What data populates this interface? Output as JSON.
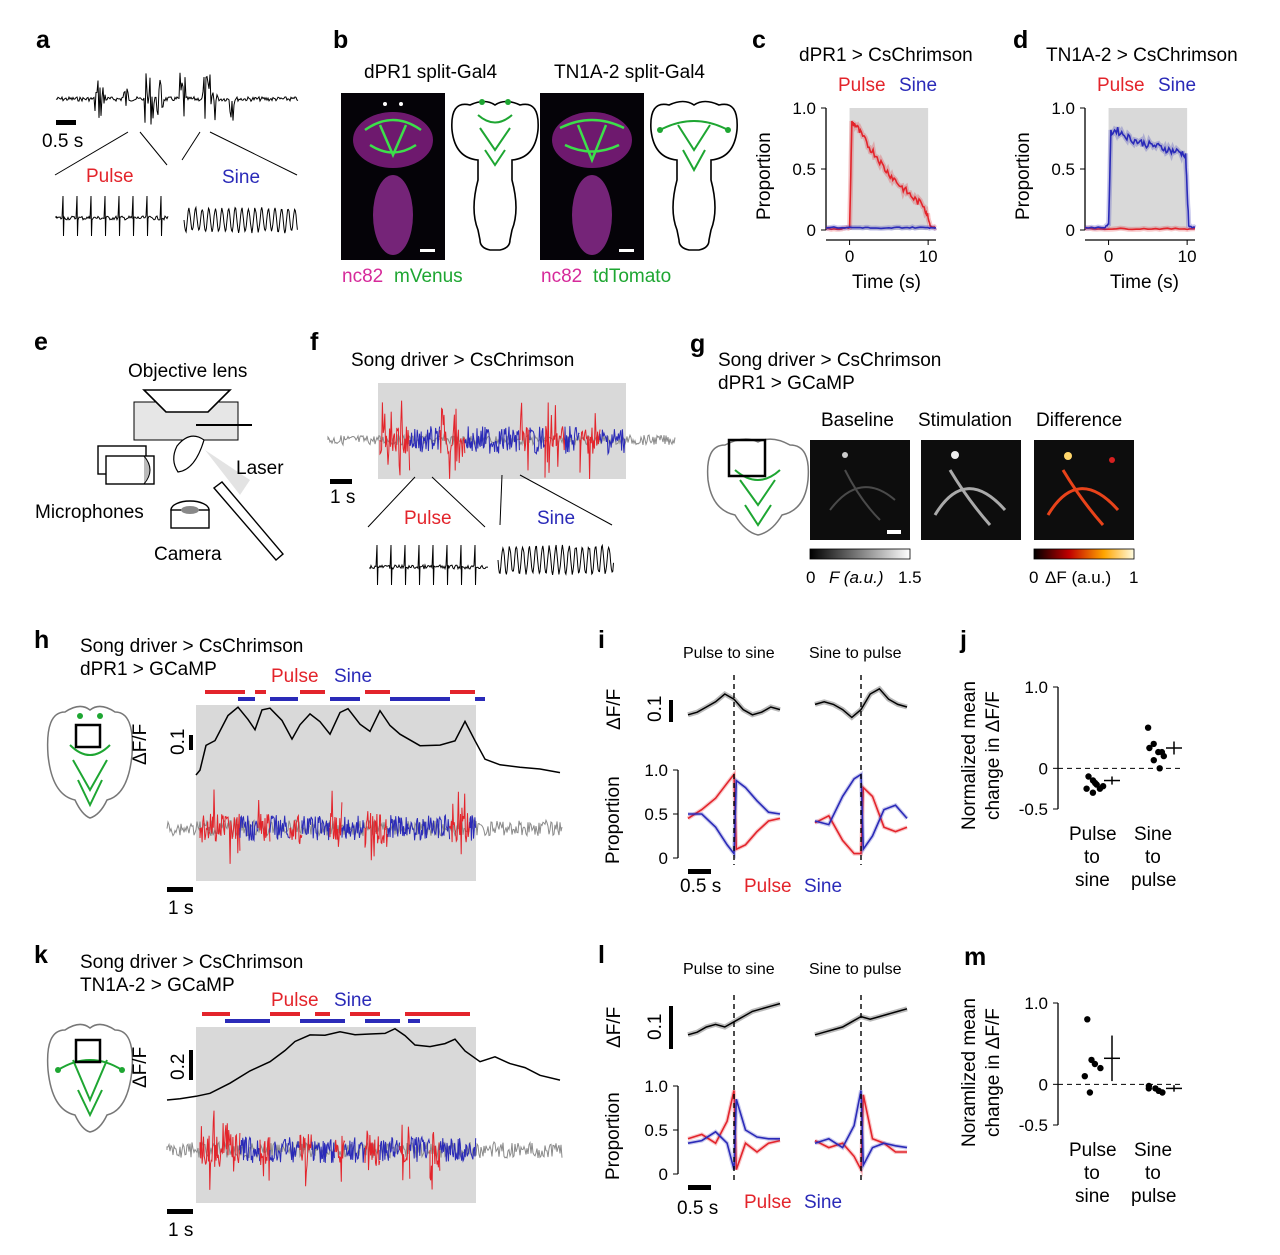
{
  "panel_labels": {
    "a": "a",
    "b": "b",
    "c": "c",
    "d": "d",
    "e": "e",
    "f": "f",
    "g": "g",
    "h": "h",
    "i": "i",
    "j": "j",
    "k": "k",
    "l": "l",
    "m": "m"
  },
  "common": {
    "pulse": "Pulse",
    "sine": "Sine",
    "proportion": "Proportion",
    "time_s": "Time (s)",
    "dff": "ΔF/F",
    "norm_mean_1": "Normalized mean",
    "norm_mean_1_typo": "Noramlized mean",
    "norm_mean_2": "change in ΔF/F",
    "pulse_to_sine": [
      "Pulse",
      "to",
      "sine"
    ],
    "sine_to_pulse": [
      "Sine",
      "to",
      "pulse"
    ],
    "pts": "Pulse to sine",
    "stp": "Sine to pulse"
  },
  "a": {
    "scale": "0.5 s"
  },
  "b": {
    "title1": "dPR1 split-Gal4",
    "title2": "TN1A-2 split-Gal4",
    "stain1_a": "nc82",
    "stain1_b": "mVenus",
    "stain2_a": "nc82",
    "stain2_b": "tdTomato"
  },
  "c": {
    "title": "dPR1 > CsChrimson"
  },
  "d": {
    "title": "TN1A-2 > CsChrimson"
  },
  "e": {
    "objective": "Objective lens",
    "laser": "Laser",
    "microphones": "Microphones",
    "camera": "Camera"
  },
  "f": {
    "title": "Song driver > CsChrimson",
    "scale": "1 s"
  },
  "g": {
    "line1": "Song driver > CsChrimson",
    "line2": "dPR1 > GCaMP",
    "baseline": "Baseline",
    "stimulation": "Stimulation",
    "difference": "Difference",
    "cb1_lo": "0",
    "cb1_label": "F (a.u.)",
    "cb1_hi": "1.5",
    "cb2_lo": "0",
    "cb2_label": "ΔF (a.u.)",
    "cb2_hi": "1"
  },
  "h": {
    "line1": "Song driver > CsChrimson",
    "line2": "dPR1 > GCaMP",
    "scale_dff": "0.1",
    "scale_t": "1 s"
  },
  "i": {
    "scale_dff": "0.1",
    "scale_t": "0.5 s"
  },
  "k": {
    "line1": "Song driver > CsChrimson",
    "line2": "TN1A-2 > GCaMP",
    "scale_dff": "0.2",
    "scale_t": "1 s"
  },
  "l": {
    "scale_dff": "0.1",
    "scale_t": "0.5 s"
  },
  "colors": {
    "pulse": "#e3242b",
    "sine": "#2a2ab8",
    "stim_shade": "#d9d9d9",
    "green": "#1ea632",
    "magenta": "#d62a9a"
  },
  "chart_data": [
    {
      "id": "c",
      "type": "line",
      "title": "dPR1 > CsChrimson",
      "xlabel": "Time (s)",
      "ylabel": "Proportion",
      "xlim": [
        -3,
        11
      ],
      "ylim": [
        0,
        1
      ],
      "xticks": [
        0,
        10
      ],
      "yticks": [
        0,
        0.5,
        1.0
      ],
      "stim": [
        0,
        10
      ],
      "series": [
        {
          "name": "Pulse",
          "x": [
            -3,
            -1,
            0,
            0.3,
            0.8,
            1.5,
            2.5,
            3.5,
            4.5,
            5.5,
            6.5,
            7.5,
            8.5,
            9.5,
            10,
            10.3,
            11
          ],
          "y": [
            0.01,
            0.01,
            0.02,
            0.88,
            0.86,
            0.78,
            0.68,
            0.6,
            0.5,
            0.43,
            0.36,
            0.3,
            0.24,
            0.2,
            0.1,
            0.03,
            0.02
          ]
        },
        {
          "name": "Sine",
          "x": [
            -3,
            0,
            2,
            4,
            6,
            8,
            10,
            11
          ],
          "y": [
            0.02,
            0.02,
            0.02,
            0.01,
            0.02,
            0.02,
            0.02,
            0.02
          ]
        }
      ]
    },
    {
      "id": "d",
      "type": "line",
      "title": "TN1A-2 > CsChrimson",
      "xlabel": "Time (s)",
      "ylabel": "Proportion",
      "xlim": [
        -3,
        11
      ],
      "ylim": [
        0,
        1
      ],
      "xticks": [
        0,
        10
      ],
      "yticks": [
        0,
        0.5,
        1.0
      ],
      "stim": [
        0,
        10
      ],
      "series": [
        {
          "name": "Pulse",
          "x": [
            -3,
            0,
            3,
            6,
            9,
            11
          ],
          "y": [
            0.01,
            0.01,
            0.01,
            0.01,
            0.01,
            0.01
          ]
        },
        {
          "name": "Sine",
          "x": [
            -3,
            -0.5,
            0,
            0.3,
            1,
            2,
            3,
            4,
            5,
            6,
            7,
            8,
            9,
            9.8,
            10.2,
            11
          ],
          "y": [
            0.02,
            0.02,
            0.05,
            0.8,
            0.82,
            0.78,
            0.74,
            0.72,
            0.7,
            0.69,
            0.67,
            0.65,
            0.64,
            0.62,
            0.03,
            0.02
          ]
        }
      ]
    },
    {
      "id": "i_pts",
      "type": "line",
      "title": "Pulse to sine",
      "xlabel": "",
      "ylabel": "Proportion",
      "ylim": [
        0,
        1
      ],
      "yticks": [
        0,
        0.5,
        1.0
      ],
      "xlim": [
        -1,
        1
      ],
      "series": [
        {
          "name": "Pulse",
          "x": [
            -1,
            -0.7,
            -0.4,
            -0.15,
            0,
            0.05,
            0.25,
            0.5,
            0.75,
            1
          ],
          "y": [
            0.45,
            0.55,
            0.68,
            0.85,
            0.95,
            0.1,
            0.15,
            0.3,
            0.42,
            0.45
          ]
        },
        {
          "name": "Sine",
          "x": [
            -1,
            -0.7,
            -0.4,
            -0.15,
            0,
            0.05,
            0.25,
            0.5,
            0.75,
            1
          ],
          "y": [
            0.5,
            0.5,
            0.35,
            0.15,
            0.05,
            0.88,
            0.8,
            0.65,
            0.52,
            0.5
          ]
        }
      ],
      "dff": [
        0.02,
        0.03,
        0.05,
        0.07,
        0.1,
        0.08,
        0.04,
        0.02,
        0.03,
        0.05,
        0.04
      ]
    },
    {
      "id": "i_stp",
      "type": "line",
      "title": "Sine to pulse",
      "xlabel": "",
      "ylabel": "",
      "ylim": [
        0,
        1
      ],
      "xlim": [
        -1,
        1
      ],
      "series": [
        {
          "name": "Pulse",
          "x": [
            -1,
            -0.7,
            -0.4,
            -0.15,
            0,
            0.05,
            0.25,
            0.5,
            0.75,
            1
          ],
          "y": [
            0.4,
            0.48,
            0.2,
            0.05,
            0.05,
            0.8,
            0.7,
            0.35,
            0.3,
            0.35
          ]
        },
        {
          "name": "Sine",
          "x": [
            -1,
            -0.7,
            -0.4,
            -0.15,
            0,
            0.05,
            0.25,
            0.5,
            0.75,
            1
          ],
          "y": [
            0.42,
            0.38,
            0.7,
            0.9,
            0.95,
            0.1,
            0.25,
            0.55,
            0.6,
            0.45
          ]
        }
      ],
      "dff": [
        0.06,
        0.07,
        0.06,
        0.04,
        0.01,
        0.04,
        0.1,
        0.12,
        0.08,
        0.06,
        0.05
      ]
    },
    {
      "id": "j",
      "type": "scatter",
      "ylabel": "Normalized mean change in ΔF/F",
      "ylim": [
        -0.5,
        1.0
      ],
      "yticks": [
        -0.5,
        0,
        1.0
      ],
      "categories": [
        "Pulse to sine",
        "Sine to pulse"
      ],
      "points": [
        [
          -0.1,
          -0.15,
          -0.2,
          -0.25,
          -0.25,
          -0.3,
          -0.18,
          -0.22
        ],
        [
          0.5,
          0.3,
          0.2,
          0.15,
          0.25,
          0.1,
          0.0,
          0.2
        ]
      ],
      "mean": [
        -0.15,
        0.25
      ],
      "sem": [
        0.05,
        0.08
      ]
    },
    {
      "id": "l_pts",
      "type": "line",
      "title": "Pulse to sine",
      "ylabel": "Proportion",
      "ylim": [
        0,
        1
      ],
      "yticks": [
        0,
        0.5,
        1.0
      ],
      "xlim": [
        -1,
        1
      ],
      "series": [
        {
          "name": "Pulse",
          "x": [
            -1,
            -0.7,
            -0.4,
            -0.15,
            0,
            0.05,
            0.25,
            0.5,
            0.75,
            1
          ],
          "y": [
            0.4,
            0.45,
            0.35,
            0.6,
            0.95,
            0.05,
            0.35,
            0.25,
            0.35,
            0.38
          ]
        },
        {
          "name": "Sine",
          "x": [
            -1,
            -0.7,
            -0.4,
            -0.15,
            0,
            0.05,
            0.25,
            0.5,
            0.75,
            1
          ],
          "y": [
            0.35,
            0.38,
            0.48,
            0.35,
            0.05,
            0.85,
            0.5,
            0.42,
            0.4,
            0.4
          ]
        }
      ],
      "dff": [
        0.02,
        0.03,
        0.05,
        0.06,
        0.05,
        0.07,
        0.09,
        0.11,
        0.12,
        0.13,
        0.14
      ]
    },
    {
      "id": "l_stp",
      "type": "line",
      "title": "Sine to pulse",
      "ylim": [
        0,
        1
      ],
      "xlim": [
        -1,
        1
      ],
      "series": [
        {
          "name": "Pulse",
          "x": [
            -1,
            -0.7,
            -0.4,
            -0.15,
            0,
            0.05,
            0.25,
            0.5,
            0.75,
            1
          ],
          "y": [
            0.38,
            0.3,
            0.35,
            0.2,
            0.05,
            0.9,
            0.4,
            0.35,
            0.25,
            0.25
          ]
        },
        {
          "name": "Sine",
          "x": [
            -1,
            -0.7,
            -0.4,
            -0.15,
            0,
            0.05,
            0.25,
            0.5,
            0.75,
            1
          ],
          "y": [
            0.35,
            0.4,
            0.3,
            0.55,
            0.95,
            0.1,
            0.3,
            0.35,
            0.32,
            0.3
          ]
        }
      ],
      "dff": [
        0.02,
        0.03,
        0.04,
        0.05,
        0.07,
        0.09,
        0.08,
        0.09,
        0.1,
        0.11,
        0.12
      ]
    },
    {
      "id": "m",
      "type": "scatter",
      "ylabel": "Noramlized mean change in ΔF/F",
      "ylim": [
        -0.5,
        1.0
      ],
      "yticks": [
        -0.5,
        0,
        1.0
      ],
      "categories": [
        "Pulse to sine",
        "Sine to pulse"
      ],
      "points": [
        [
          0.8,
          0.3,
          0.25,
          0.2,
          0.1,
          -0.1
        ],
        [
          -0.02,
          -0.05,
          -0.08,
          -0.1,
          -0.05
        ]
      ],
      "mean": [
        0.32,
        -0.05
      ],
      "sem": [
        0.28,
        0.04
      ]
    }
  ]
}
